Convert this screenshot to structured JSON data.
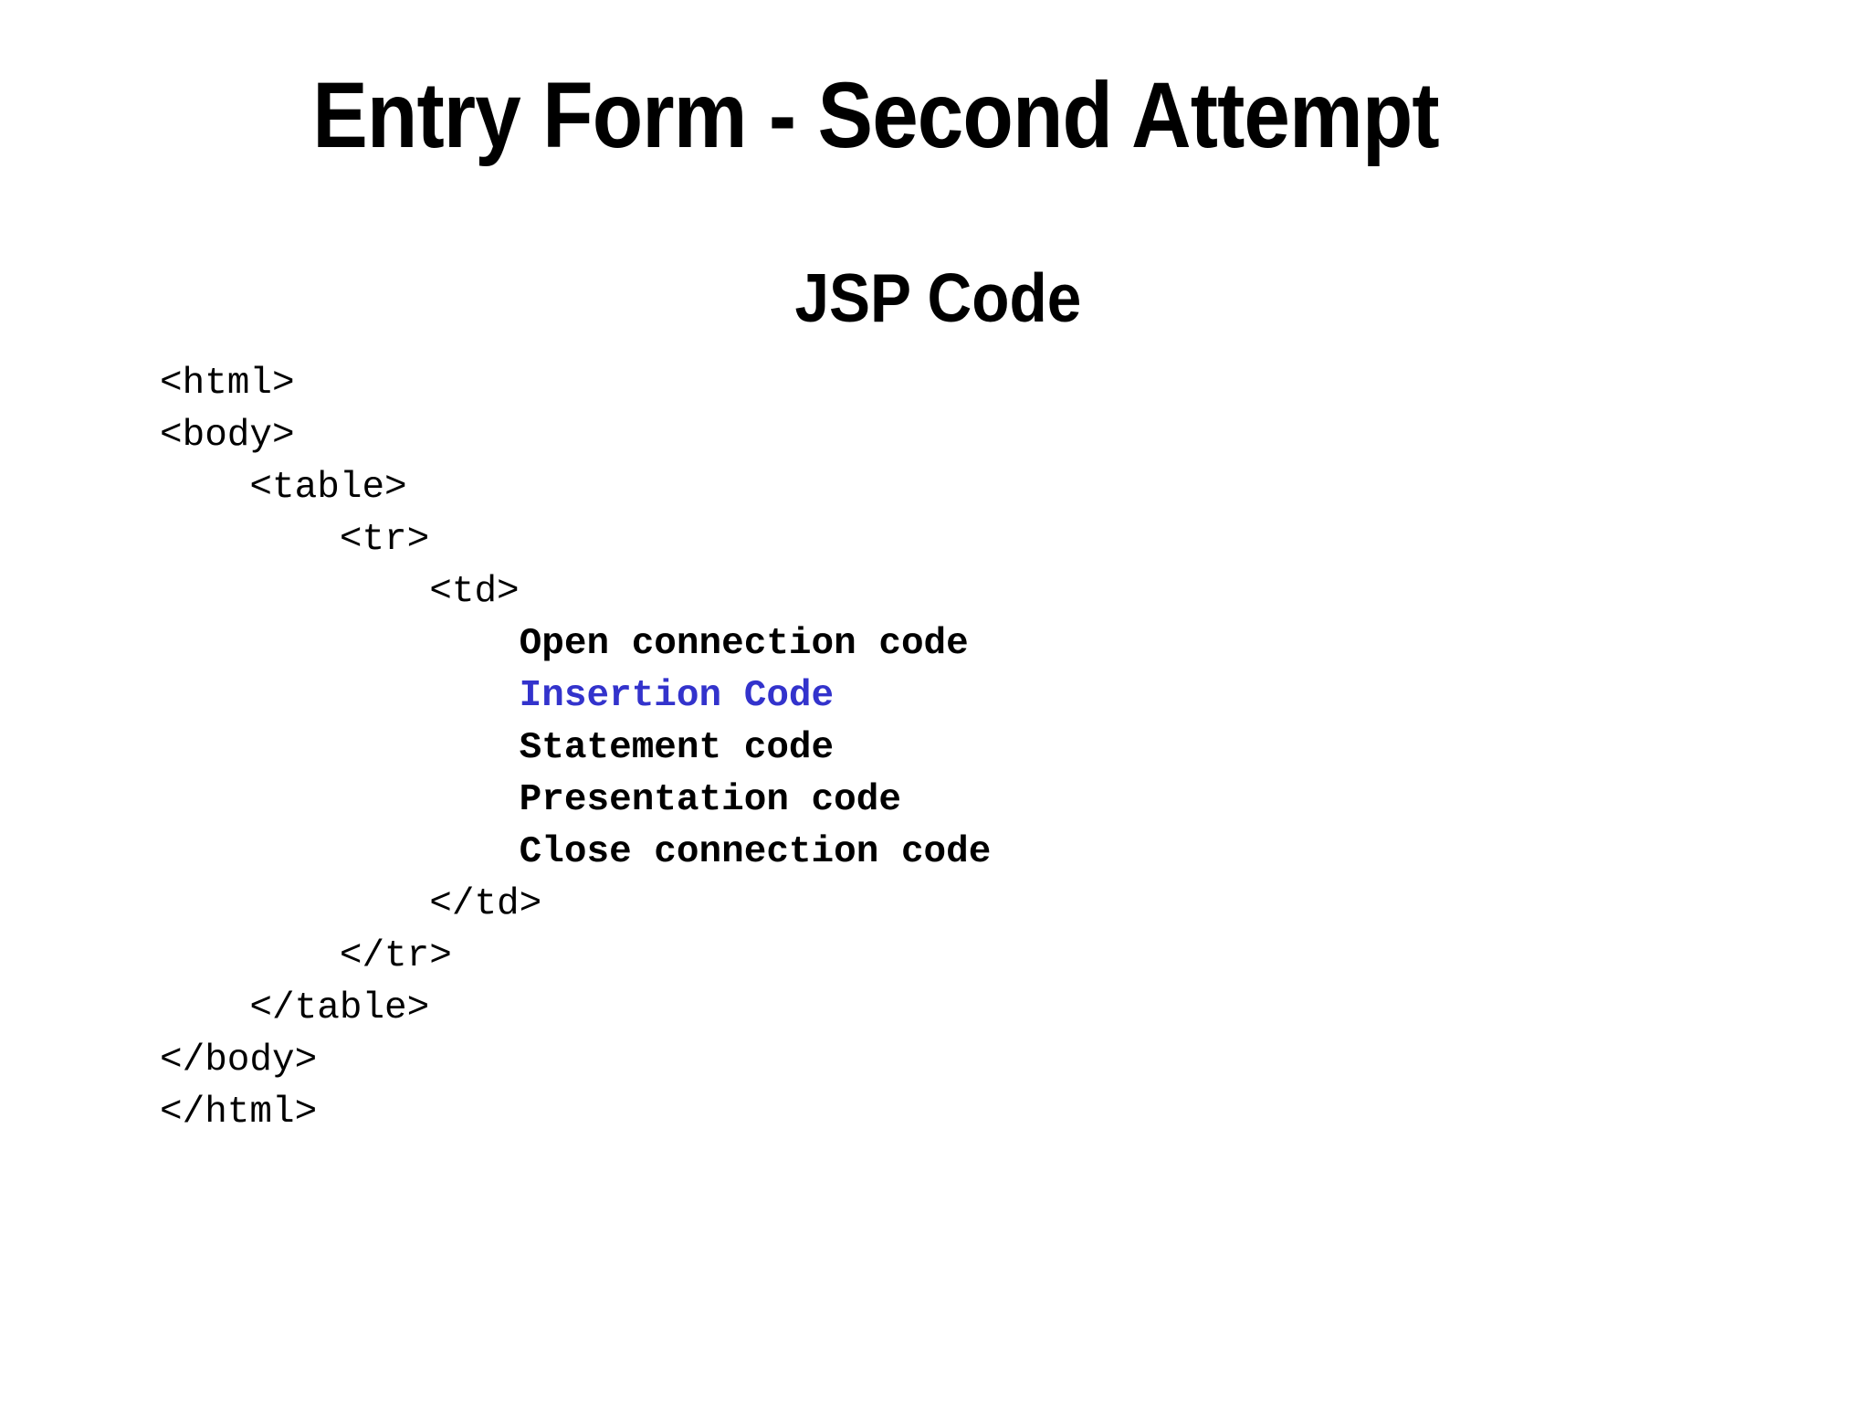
{
  "slide": {
    "title": "Entry Form - Second Attempt",
    "subtitle": "JSP Code"
  },
  "code": {
    "text_color": "#000000",
    "accent_color": "#3333CC",
    "lines": [
      {
        "indent": 0,
        "text": "<html>",
        "kind": "tag"
      },
      {
        "indent": 0,
        "text": "<body>",
        "kind": "tag"
      },
      {
        "indent": 4,
        "text": "<table>",
        "kind": "tag"
      },
      {
        "indent": 8,
        "text": "<tr>",
        "kind": "tag"
      },
      {
        "indent": 12,
        "text": "<td>",
        "kind": "tag"
      },
      {
        "indent": 16,
        "text": "Open connection code",
        "kind": "label"
      },
      {
        "indent": 16,
        "text": "Insertion Code",
        "kind": "label-accent"
      },
      {
        "indent": 16,
        "text": "Statement code",
        "kind": "label"
      },
      {
        "indent": 16,
        "text": "Presentation code",
        "kind": "label"
      },
      {
        "indent": 16,
        "text": "Close connection code",
        "kind": "label"
      },
      {
        "indent": 12,
        "text": "</td>",
        "kind": "tag"
      },
      {
        "indent": 8,
        "text": "</tr>",
        "kind": "tag"
      },
      {
        "indent": 4,
        "text": "</table>",
        "kind": "tag"
      },
      {
        "indent": 0,
        "text": "</body>",
        "kind": "tag"
      },
      {
        "indent": 0,
        "text": "</html>",
        "kind": "tag"
      }
    ]
  }
}
